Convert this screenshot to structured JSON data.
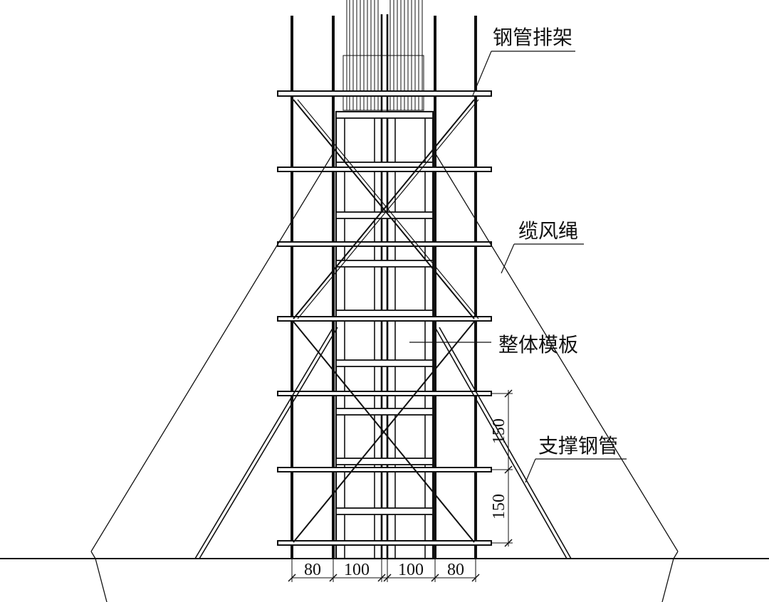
{
  "labels": {
    "scaffold": "钢管排架",
    "guy_rope": "缆风绳",
    "formwork": "整体模板",
    "brace": "支撑钢管"
  },
  "dimensions": {
    "bottom": [
      "80",
      "100",
      "100",
      "80"
    ],
    "vertical": [
      "150",
      "150"
    ]
  }
}
